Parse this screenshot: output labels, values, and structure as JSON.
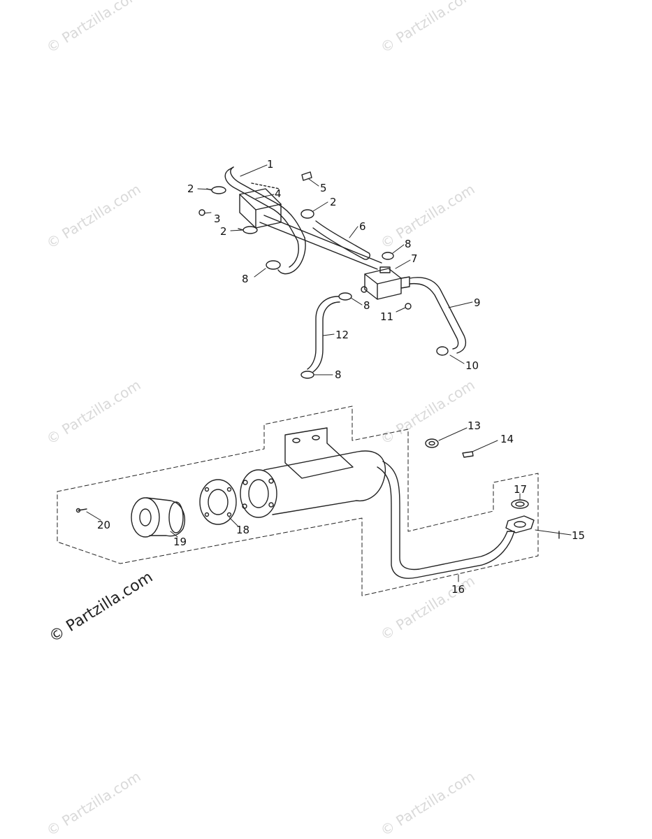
{
  "watermark": "© Partzilla.com",
  "credit": "© Partzilla.com",
  "callouts": [
    "1",
    "2",
    "3",
    "4",
    "5",
    "2",
    "6",
    "2",
    "8",
    "7",
    "8",
    "8",
    "11",
    "9",
    "12",
    "10",
    "8",
    "13",
    "14",
    "17",
    "20",
    "19",
    "18",
    "15",
    "16"
  ]
}
